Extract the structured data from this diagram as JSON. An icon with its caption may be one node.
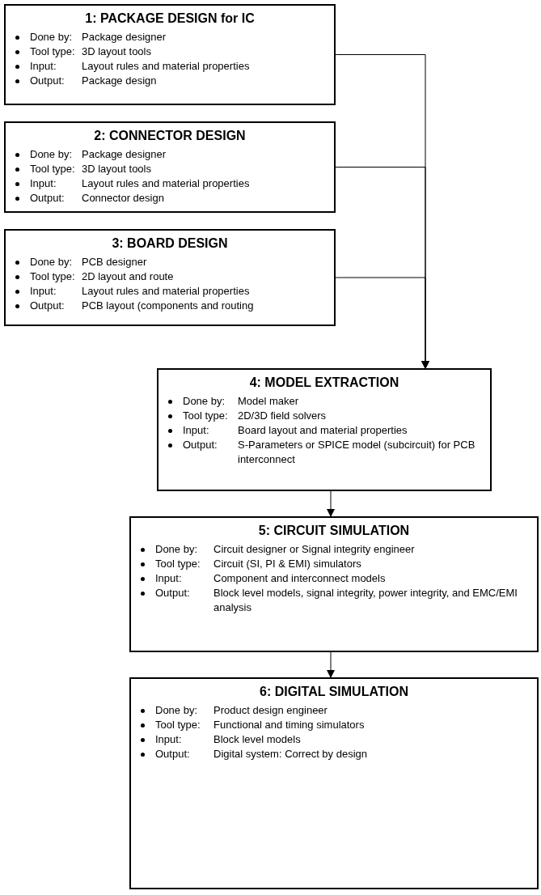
{
  "diagram": {
    "nodes": [
      {
        "text": [
          "1: PACKAGE DESIGN for IC",
          "Done by:",
          "Package designer",
          "Tool type:",
          "3D layout tools",
          "Input:",
          "Layout rules and material properties",
          "Output:",
          "Package design"
        ]
      },
      {
        "text": [
          "2: CONNECTOR DESIGN",
          "Done by:",
          "Package designer",
          "Tool type:",
          "3D layout tools",
          "Input:",
          "Layout rules and material properties",
          "Output:",
          "Connector design"
        ]
      },
      {
        "text": [
          "3: BOARD DESIGN",
          "Done by:",
          "PCB designer",
          "Tool type:",
          "2D layout and route",
          "Input:",
          "Layout rules and material properties",
          "Output:",
          "PCB layout (components and routing"
        ]
      },
      {
        "text": [
          "4: MODEL EXTRACTION",
          "Done by:",
          "Model maker",
          "Tool type:",
          "2D/3D field solvers",
          "Input:",
          "Board layout and material properties",
          "Output:",
          "S-Parameters or SPICE model (subcircuit) for PCB interconnect"
        ]
      },
      {
        "text": [
          "5: CIRCUIT SIMULATION",
          "Done by:",
          "Circuit designer or Signal integrity engineer",
          "Tool type:",
          "Circuit (SI, PI & EMI) simulators",
          "Input:",
          "Component and interconnect models",
          "Output:",
          "Block level models, signal integrity, power integrity, and EMC/EMI analysis"
        ]
      },
      {
        "text": [
          "6: DIGITAL SIMULATION",
          "Done by:",
          "Product design engineer",
          "Tool type:",
          "Functional and timing simulators",
          "Input:",
          "Block level models",
          "Output:",
          "Digital system: Correct by design"
        ]
      }
    ],
    "edges": [
      {
        "from": 0,
        "to": 3,
        "arrow": "to"
      },
      {
        "from": 1,
        "to": 3,
        "arrow": "to"
      },
      {
        "from": 2,
        "to": 3,
        "arrow": "to"
      },
      {
        "from": 3,
        "to": 4,
        "arrow": "to"
      },
      {
        "from": 4,
        "to": 5,
        "arrow": "to"
      }
    ]
  }
}
